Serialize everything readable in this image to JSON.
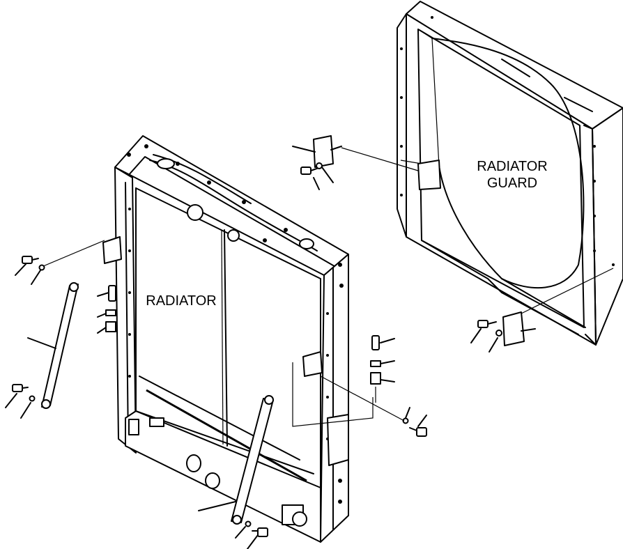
{
  "labels": {
    "radiator": "RADIATOR",
    "guard_line1": "RADIATOR",
    "guard_line2": "GUARD"
  }
}
